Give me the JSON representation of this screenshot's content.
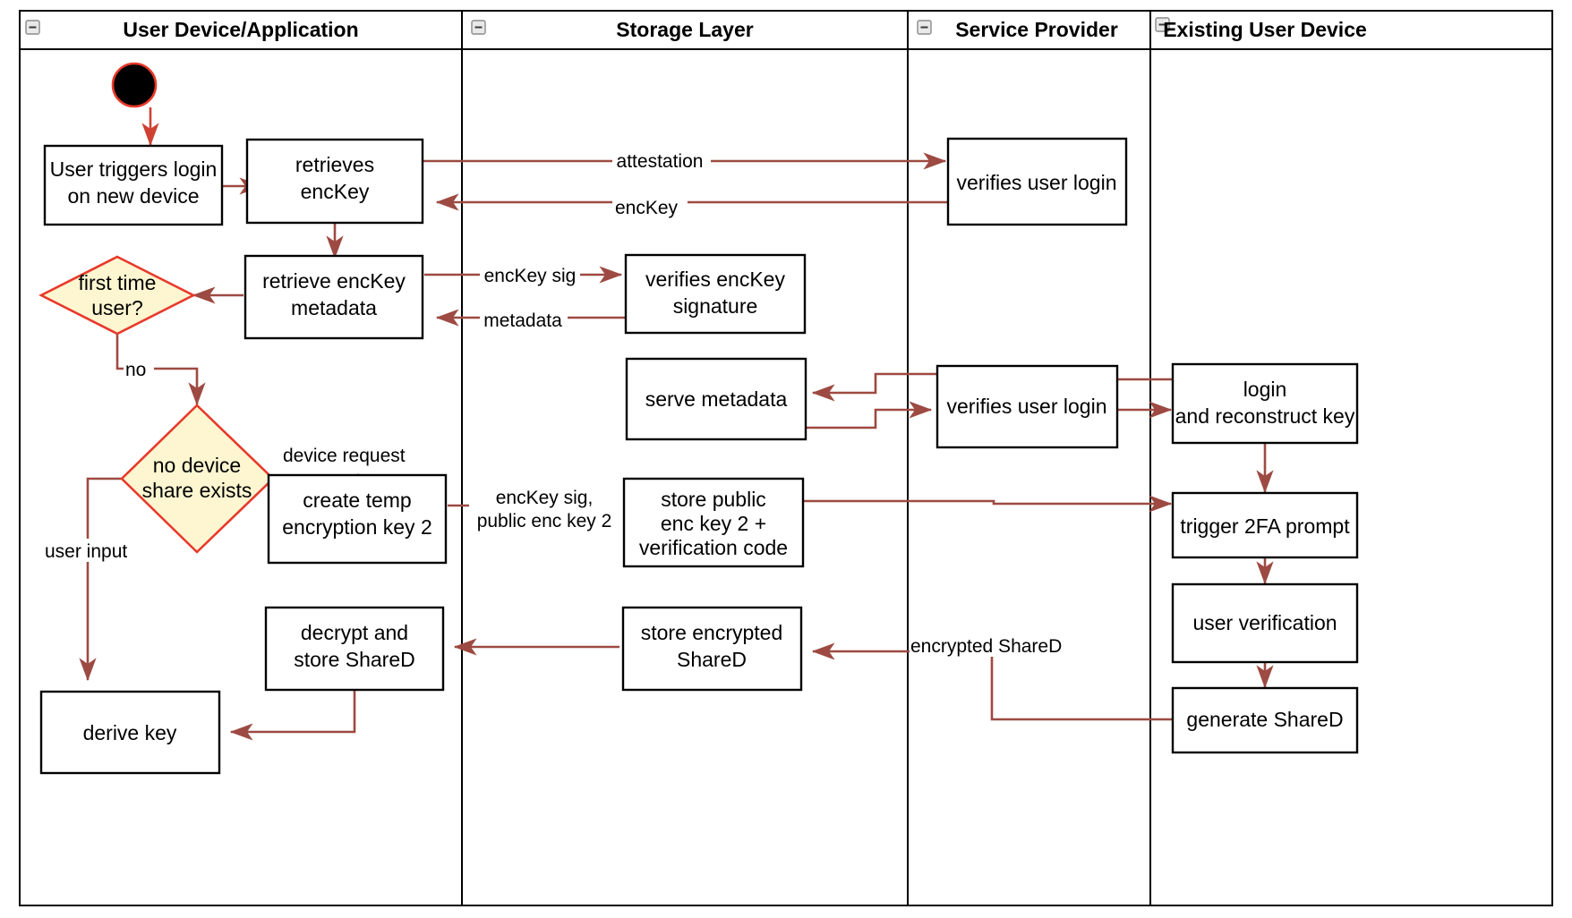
{
  "diagram": {
    "title_row": {
      "collapse_icon": "collapse-minus-icon"
    },
    "lanes": [
      {
        "id": "user-device",
        "label": "User Device/Application"
      },
      {
        "id": "storage-layer",
        "label": "Storage Layer"
      },
      {
        "id": "service-provider",
        "label": "Service Provider"
      },
      {
        "id": "existing-user-device",
        "label": "Existing User Device"
      }
    ],
    "nodes": [
      {
        "id": "start",
        "type": "start",
        "label": ""
      },
      {
        "id": "user-triggers-login",
        "type": "action",
        "lines": [
          "User triggers login",
          "on new device"
        ]
      },
      {
        "id": "retrieves-enckey",
        "type": "action",
        "lines": [
          "retrieves",
          "encKey"
        ]
      },
      {
        "id": "verifies-user-login-1",
        "type": "action",
        "lines": [
          "verifies user login"
        ]
      },
      {
        "id": "retrieve-enckey-metadata",
        "type": "action",
        "lines": [
          "retrieve encKey",
          "metadata"
        ]
      },
      {
        "id": "verifies-enckey-signature",
        "type": "action",
        "lines": [
          "verifies encKey",
          "signature"
        ]
      },
      {
        "id": "first-time-user",
        "type": "decision",
        "lines": [
          "first time",
          "user?"
        ]
      },
      {
        "id": "serve-metadata",
        "type": "action",
        "lines": [
          "serve metadata"
        ]
      },
      {
        "id": "verifies-user-login-2",
        "type": "action",
        "lines": [
          "verifies user login"
        ]
      },
      {
        "id": "login-and-reconstruct-key",
        "type": "action",
        "lines": [
          "login",
          "and reconstruct key"
        ]
      },
      {
        "id": "no-device-share-exists",
        "type": "decision",
        "lines": [
          "no device",
          "share exists"
        ]
      },
      {
        "id": "create-temp-encryption-key-2",
        "type": "action",
        "lines": [
          "create temp",
          "encryption key 2"
        ]
      },
      {
        "id": "store-public-enc-key-2",
        "type": "action",
        "lines": [
          "store public",
          "enc key 2 +",
          "verification code"
        ]
      },
      {
        "id": "trigger-2fa-prompt",
        "type": "action",
        "lines": [
          "trigger 2FA prompt"
        ]
      },
      {
        "id": "user-verification",
        "type": "action",
        "lines": [
          "user verification"
        ]
      },
      {
        "id": "decrypt-and-store-shared",
        "type": "action",
        "lines": [
          "decrypt and",
          "store ShareD"
        ]
      },
      {
        "id": "store-encrypted-shared",
        "type": "action",
        "lines": [
          "store encrypted",
          "ShareD"
        ]
      },
      {
        "id": "generate-shared",
        "type": "action",
        "lines": [
          "generate ShareD"
        ]
      },
      {
        "id": "derive-key",
        "type": "action",
        "lines": [
          "derive key"
        ]
      }
    ],
    "edge_labels": [
      {
        "id": "attestation",
        "text": "attestation"
      },
      {
        "id": "enckey",
        "text": "encKey"
      },
      {
        "id": "enckey-sig",
        "text": "encKey sig"
      },
      {
        "id": "metadata",
        "text": "metadata"
      },
      {
        "id": "no",
        "text": "no"
      },
      {
        "id": "device-request",
        "text": "device request"
      },
      {
        "id": "enckey-sig-public-enc-key-2-line1",
        "text": "encKey sig,"
      },
      {
        "id": "enckey-sig-public-enc-key-2-line2",
        "text": "public enc key 2"
      },
      {
        "id": "user-input",
        "text": "user input"
      },
      {
        "id": "encrypted-shared",
        "text": "encrypted ShareD"
      }
    ],
    "colors": {
      "flow": "#9d4a42",
      "decision_fill": "#fdf6d0",
      "decision_stroke": "#e8392b",
      "node_stroke": "#000000",
      "lane_stroke": "#000000",
      "start_fill": "#000000",
      "start_stroke": "#e8392b"
    }
  }
}
